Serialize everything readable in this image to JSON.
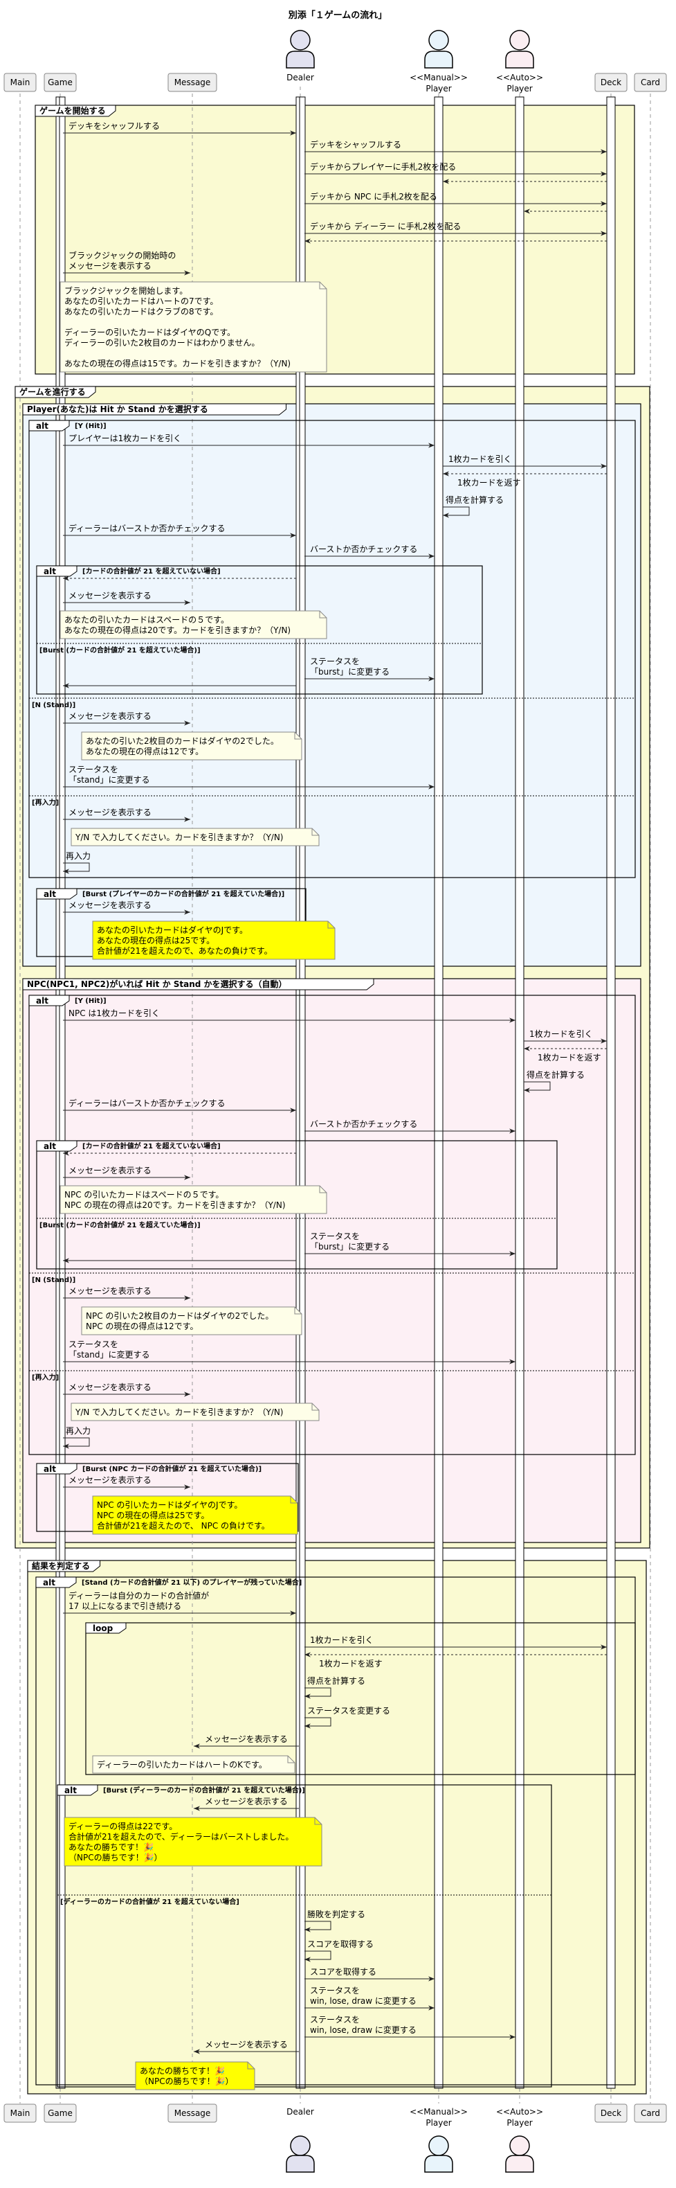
{
  "title": "別添「１ゲームの流れ」",
  "participants": [
    {
      "id": "main",
      "label": "Main",
      "kind": "box"
    },
    {
      "id": "game",
      "label": "Game",
      "kind": "box"
    },
    {
      "id": "message",
      "label": "Message",
      "kind": "box"
    },
    {
      "id": "dealer",
      "label": "Dealer",
      "kind": "actor",
      "color": "#e2e2f0"
    },
    {
      "id": "player",
      "label": "Player",
      "stereotype": "<<Manual>>",
      "kind": "actor",
      "color": "#e8f4fb"
    },
    {
      "id": "npc",
      "label": "Player",
      "stereotype": "<<Auto>>",
      "kind": "actor",
      "color": "#fbeef2"
    },
    {
      "id": "deck",
      "label": "Deck",
      "kind": "box"
    },
    {
      "id": "card",
      "label": "Card",
      "kind": "box"
    }
  ],
  "colors": {
    "section_bg": "#fafad2",
    "player_bg": "#eef6fd",
    "npc_bg": "#fdf0f5",
    "note_bg": "#fefee8",
    "alert_bg": "#ffff00"
  },
  "sections": {
    "start": "ゲームを開始する",
    "progress": "ゲームを進行する",
    "player_choice": "Player(あなた)は Hit か Stand かを選択する",
    "npc_choice": "NPC(NPC1, NPC2)がいれば Hit か Stand かを選択する（自動）",
    "judge": "結果を判定する"
  },
  "frames": {
    "alt": "alt",
    "loop": "loop",
    "p_hit": "[Y (Hit)]",
    "p_not_over": "[カードの合計値が 21 を超えていない場合]",
    "p_over": "[Burst (カードの合計値が 21 を超えていた場合)]",
    "p_stand": "[N (Stand)]",
    "p_retry": "[再入力]",
    "p_burst": "[Burst (プレイヤーのカードの合計値が 21 を超えていた場合)]",
    "n_hit": "[Y (Hit)]",
    "n_not_over": "[カードの合計値が 21 を超えていない場合]",
    "n_over": "[Burst (カードの合計値が 21 を超えていた場合)]",
    "n_stand": "[N (Stand)]",
    "n_retry": "[再入力]",
    "n_burst": "[Burst (NPC カードの合計値が 21 を超えていた場合)]",
    "d_stand": "[Stand (カードの合計値が 21 以下) のプレイヤーが残っていた場合]",
    "d_burst": "[Burst (ディーラーのカードの合計値が 21 を超えていた場合)]",
    "d_not_over": "[ディーラーのカードの合計値が 21 を超えていない場合]"
  },
  "messages": {
    "shuffle1": "デッキをシャッフルする",
    "shuffle2": "デッキをシャッフルする",
    "deal_player": "デッキからプレイヤーに手札2枚を配る",
    "deal_npc": "デッキから NPC に手札2枚を配る",
    "deal_dealer": "デッキから ディーラー に手札2枚を配る",
    "start_msg": [
      "ブラックジャックの開始時の",
      "メッセージを表示する"
    ],
    "p_draw": "プレイヤーは1枚カードを引く",
    "p_draw1": "1枚カードを引く",
    "p_draw_ret": "1枚カードを返す",
    "p_calc": "得点を計算する",
    "p_check_burst": "ディーラーはバーストか否かチェックする",
    "p_check_burst2": "バーストか否かチェックする",
    "p_show": "メッセージを表示する",
    "p_status_burst": [
      "ステータスを",
      "「burst」に変更する"
    ],
    "p_stand_show": "メッセージを表示する",
    "p_status_stand": [
      "ステータスを",
      "「stand」に変更する"
    ],
    "p_retry_show": "メッセージを表示する",
    "p_retry_self": "再入力",
    "p_burst_show": "メッセージを表示する",
    "n_draw": "NPC は1枚カードを引く",
    "n_draw1": "1枚カードを引く",
    "n_draw_ret": "1枚カードを返す",
    "n_calc": "得点を計算する",
    "n_check_burst": "ディーラーはバーストか否かチェックする",
    "n_check_burst2": "バーストか否かチェックする",
    "n_show": "メッセージを表示する",
    "n_status_burst": [
      "ステータスを",
      "「burst」に変更する"
    ],
    "n_stand_show": "メッセージを表示する",
    "n_status_stand": [
      "ステータスを",
      "「stand」に変更する"
    ],
    "n_retry_show": "メッセージを表示する",
    "n_retry_self": "再入力",
    "n_burst_show": "メッセージを表示する",
    "d_draw": [
      "ディーラーは自分のカードの合計値が",
      "17 以上になるまで引き続ける"
    ],
    "d_draw1": "1枚カードを引く",
    "d_draw_ret": "1枚カードを返す",
    "d_calc": "得点を計算する",
    "d_status": "ステータスを変更する",
    "d_show": "メッセージを表示する",
    "d_burst_show": "メッセージを表示する",
    "d_judge": "勝敗を判定する",
    "d_score1": "スコアを取得する",
    "d_score2": "スコアを取得する",
    "d_status_p": [
      "ステータスを",
      "win, lose, draw に変更する"
    ],
    "d_status_n": [
      "ステータスを",
      "win, lose, draw に変更する"
    ],
    "d_final_show": "メッセージを表示する"
  },
  "notes": {
    "start_note": [
      "ブラックジャックを開始します。",
      "あなたの引いたカードはハートの7です。",
      "あなたの引いたカードはクラブの8です。",
      "",
      "ディーラーの引いたカードはダイヤのQです。",
      "ディーラーの引いた2枚目のカードはわかりません。",
      "",
      "あなたの現在の得点は15です。カードを引きますか？（Y/N)"
    ],
    "p_note": [
      "あなたの引いたカードはスペードの５です。",
      "あなたの現在の得点は20です。カードを引きますか？（Y/N)"
    ],
    "p_stand_note": [
      "あなたの引いた2枚目のカードはダイヤの2でした。",
      "あなたの現在の得点は12です。"
    ],
    "p_retry_note": [
      "Y/N で入力してください。カードを引きますか？（Y/N)"
    ],
    "p_burst_note": [
      "あなたの引いたカードはダイヤのJです。",
      "あなたの現在の得点は25です。",
      "合計値が21を超えたので、あなたの負けです。"
    ],
    "n_note": [
      "NPC の引いたカードはスペードの５です。",
      "NPC の現在の得点は20です。カードを引きますか？（Y/N)"
    ],
    "n_stand_note": [
      "NPC の引いた2枚目のカードはダイヤの2でした。",
      "NPC の現在の得点は12です。"
    ],
    "n_retry_note": [
      "Y/N で入力してください。カードを引きますか？（Y/N)"
    ],
    "n_burst_note": [
      "NPC の引いたカードはダイヤのJです。",
      "NPC の現在の得点は25です。",
      "合計値が21を超えたので、 NPC の負けです。"
    ],
    "d_loop_note": [
      "ディーラーの引いたカードはハートのKです。"
    ],
    "d_burst_note": [
      "ディーラーの得点は22です。",
      "合計値が21を超えたので、ディーラーはバーストしました。",
      "あなたの勝ちです！🎉",
      "（NPCの勝ちです！🎉）"
    ],
    "d_final_note": [
      "あなたの勝ちです！🎉",
      "（NPCの勝ちです！🎉）"
    ]
  }
}
